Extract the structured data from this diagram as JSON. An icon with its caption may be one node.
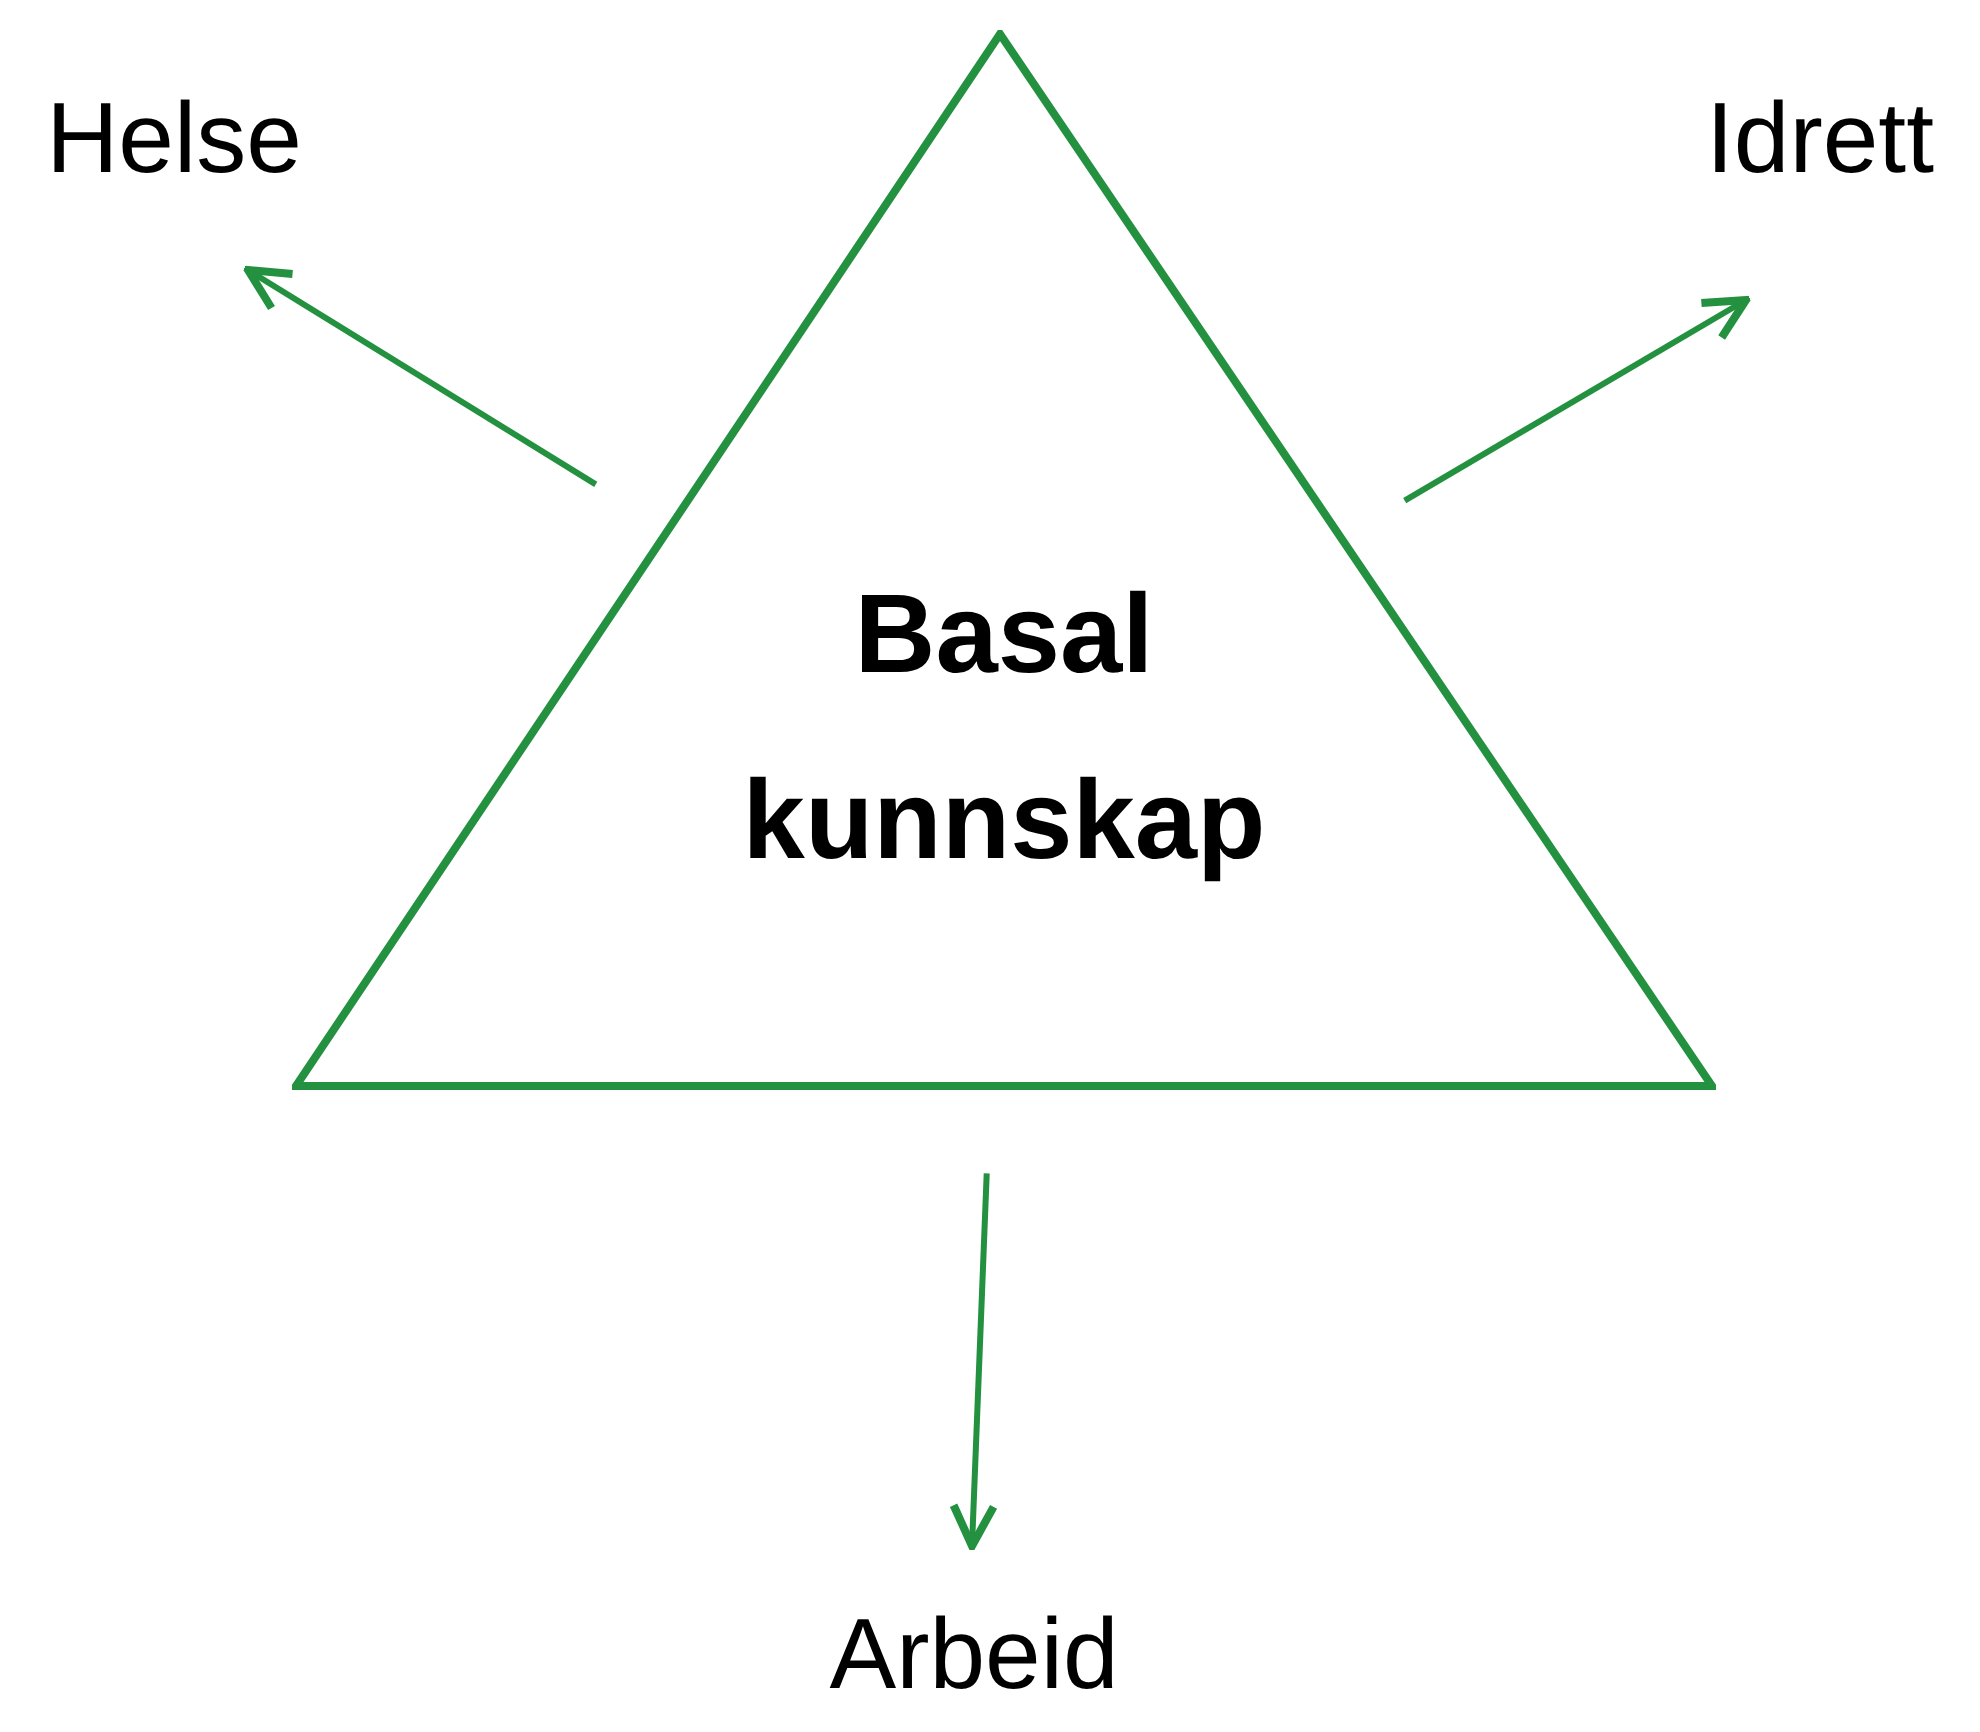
{
  "diagram": {
    "nodes": [
      {
        "text": [
          "Basal kunnskap"
        ]
      },
      {
        "text": [
          "Helse"
        ]
      },
      {
        "text": [
          "Idrett"
        ]
      },
      {
        "text": [
          "Arbeid"
        ]
      }
    ],
    "edges": [
      {
        "from": 0,
        "to": 1,
        "arrow": "to"
      },
      {
        "from": 0,
        "to": 2,
        "arrow": "to"
      },
      {
        "from": 0,
        "to": 3,
        "arrow": "to"
      }
    ]
  }
}
